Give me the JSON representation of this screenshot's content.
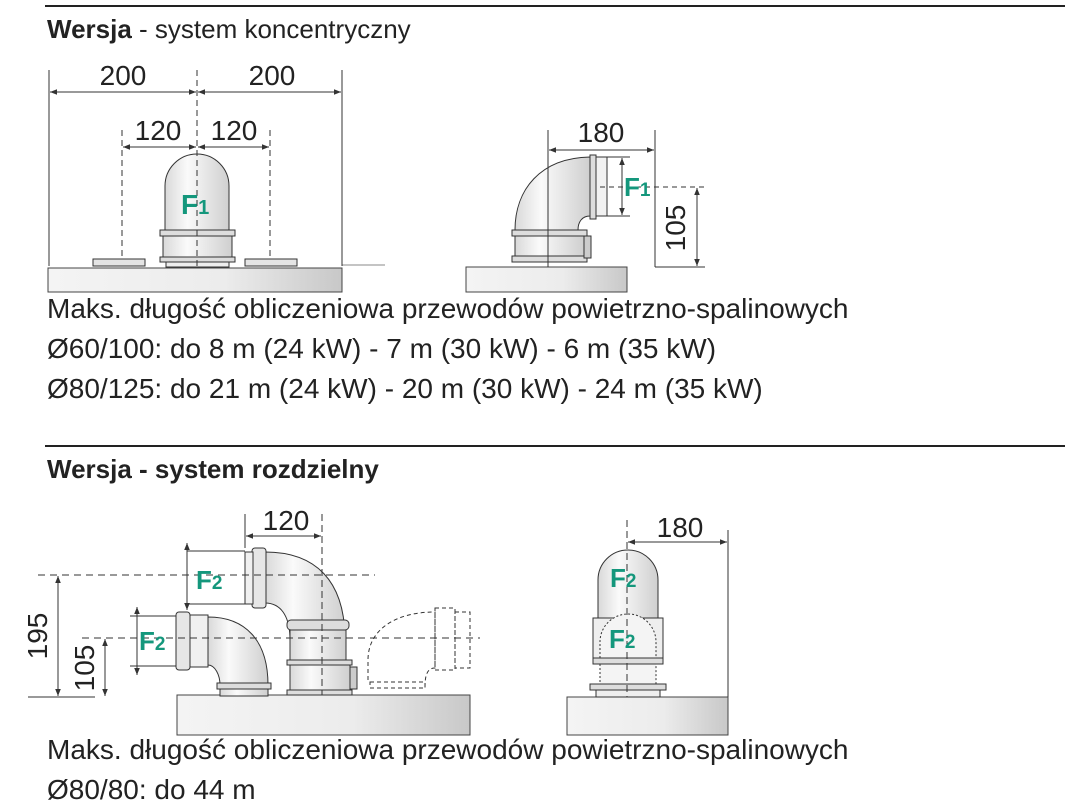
{
  "section1": {
    "title_bold": "Wersja",
    "title_rest": " - system koncentryczny",
    "lines": [
      "Maks. długość obliczeniowa przewodów powietrzno-spalinowych",
      "Ø60/100: do 8 m (24 kW) - 7 m (30 kW) - 6 m (35 kW)",
      "Ø80/125: do 21 m (24 kW) - 20 m (30 kW) - 24 m (35 kW)"
    ],
    "diagram_vertical": {
      "dim_outer_left": "200",
      "dim_outer_right": "200",
      "dim_inner_left": "120",
      "dim_inner_right": "120",
      "label": {
        "letter": "F",
        "index": "1"
      }
    },
    "diagram_elbow": {
      "dim_width": "180",
      "dim_height": "105",
      "label": {
        "letter": "F",
        "index": "1"
      }
    }
  },
  "section2": {
    "title_bold": "Wersja - system rozdzielny",
    "lines": [
      "Maks. długość obliczeniowa przewodów powietrzno-spalinowych",
      "Ø80/80: do 44 m"
    ],
    "diagram_elbows": {
      "dim_width": "120",
      "dim_height_upper": "195",
      "dim_height_lower": "105",
      "label_upper": {
        "letter": "F",
        "index": "2"
      },
      "label_lower": {
        "letter": "F",
        "index": "2"
      }
    },
    "diagram_vertical": {
      "dim_width": "180",
      "label_upper": {
        "letter": "F",
        "index": "2"
      },
      "label_lower": {
        "letter": "F",
        "index": "2"
      }
    }
  },
  "colors": {
    "label": "#14977c",
    "text": "#222222"
  }
}
